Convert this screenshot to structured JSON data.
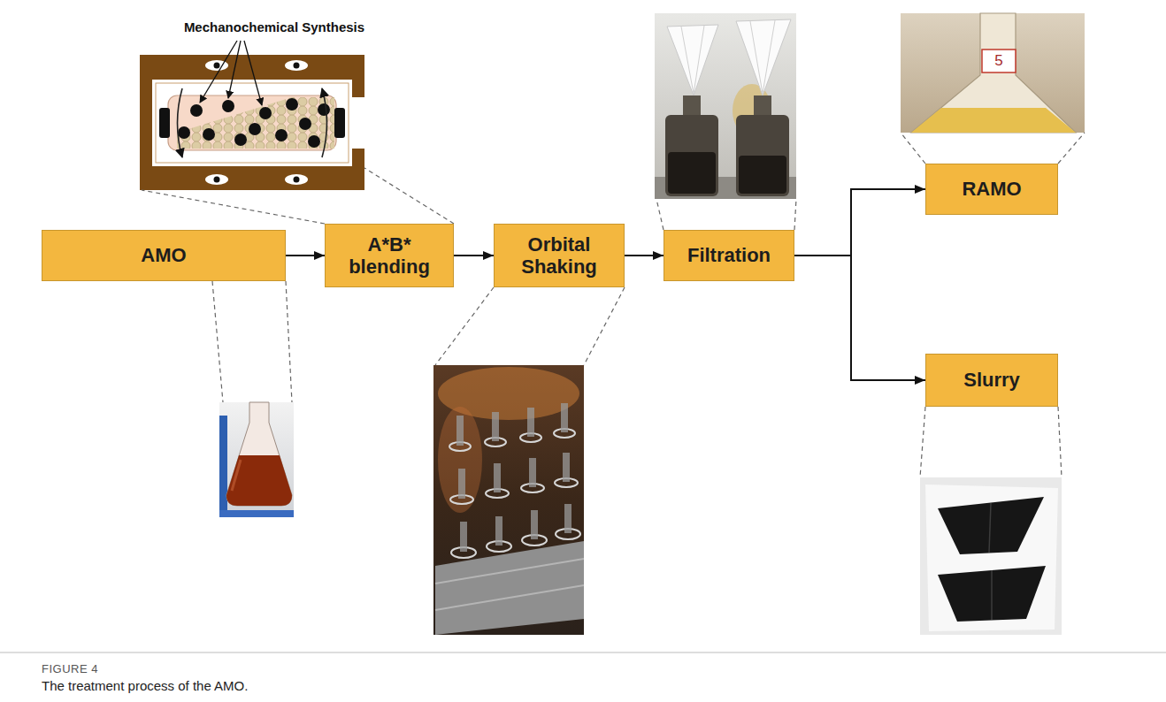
{
  "diagram": {
    "caption": "The treatment process of the AMO.",
    "nodes": [
      {
        "text": [
          "AMO"
        ]
      },
      {
        "text": [
          "A*B* blending"
        ]
      },
      {
        "text": [
          "Orbital Shaking"
        ]
      },
      {
        "text": [
          "Filtration"
        ]
      },
      {
        "text": [
          "RAMO"
        ]
      },
      {
        "text": [
          "Slurry"
        ]
      }
    ],
    "edges": [
      {
        "from": 0,
        "to": 1,
        "arrow": "to"
      },
      {
        "from": 1,
        "to": 2,
        "arrow": "to"
      },
      {
        "from": 2,
        "to": 3,
        "arrow": "to"
      },
      {
        "from": 3,
        "to": 4,
        "arrow": "to"
      },
      {
        "from": 3,
        "to": 5,
        "arrow": "to"
      }
    ],
    "labels": [
      "Mechanochemical Synthesis",
      "5",
      "FIGURE 4"
    ]
  }
}
